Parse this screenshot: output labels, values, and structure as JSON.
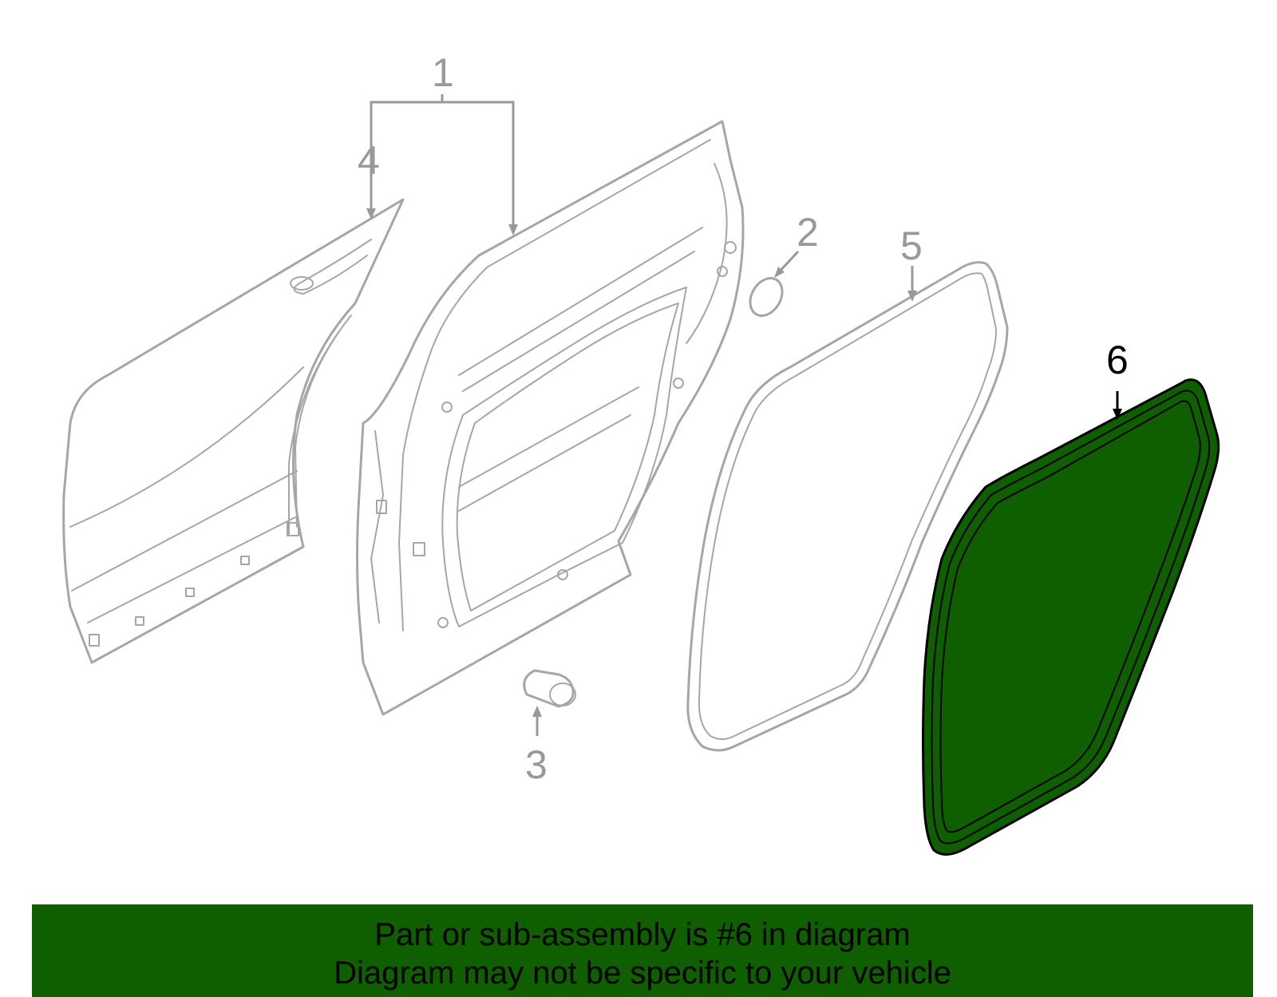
{
  "diagram": {
    "callouts": [
      "1",
      "2",
      "3",
      "4",
      "5",
      "6"
    ],
    "highlighted_part": "6",
    "colors": {
      "highlight_fill": "#0f5e00",
      "highlight_stroke": "#000000",
      "part_stroke": "#a6a6a6",
      "label_gray": "#999999",
      "banner_bg": "#0f5e00"
    }
  },
  "banner": {
    "line1": "Part or sub-assembly is #6 in diagram",
    "line2": "Diagram may not be specific to your vehicle"
  }
}
